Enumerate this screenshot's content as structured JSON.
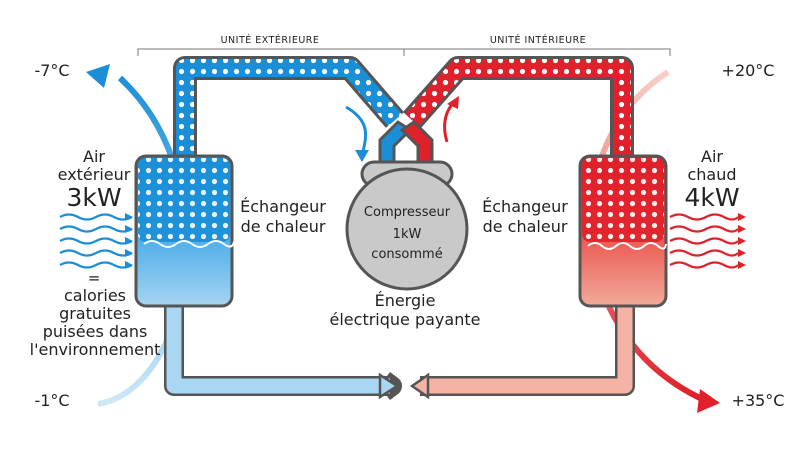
{
  "colors": {
    "cold_blue": "#1a8fd8",
    "light_blue": "#a9d6f3",
    "hot_red": "#e0202a",
    "light_red": "#f4b3a5",
    "outline": "#555555",
    "compressor_gray": "#c9c9c9"
  },
  "header": {
    "outdoor_unit": "UNITÉ EXTÉRIEURE",
    "indoor_unit": "UNITÉ INTÉRIEURE"
  },
  "left": {
    "temp_out": "-7°C",
    "temp_in": "-1°C",
    "air_label_line1": "Air",
    "air_label_line2": "extérieur",
    "power": "3kW",
    "equals": "=",
    "note_line1": "calories",
    "note_line2": "gratuites",
    "note_line3": "puisées dans",
    "note_line4": "l'environnement",
    "exchanger_line1": "Échangeur",
    "exchanger_line2": "de chaleur"
  },
  "center": {
    "compressor_line1": "Compresseur",
    "compressor_line2": "1kW",
    "compressor_line3": "consommé",
    "energy_line1": "Énergie",
    "energy_line2": "électrique payante"
  },
  "right": {
    "temp_in": "+20°C",
    "temp_out": "+35°C",
    "air_label_line1": "Air",
    "air_label_line2": "chaud",
    "power": "4kW",
    "exchanger_line1": "Échangeur",
    "exchanger_line2": "de chaleur"
  }
}
